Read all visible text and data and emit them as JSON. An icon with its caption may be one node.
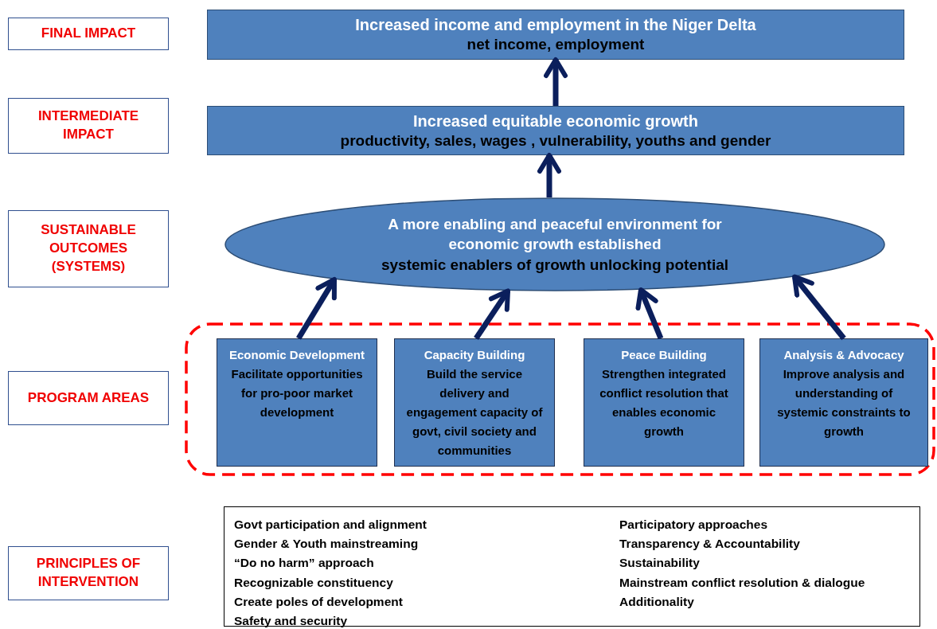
{
  "diagram": {
    "nodes": [
      {
        "text": [
          "FINAL IMPACT"
        ]
      },
      {
        "text": [
          "Increased income and employment in the Niger Delta",
          "net income, employment"
        ]
      },
      {
        "text": [
          "INTERMEDIATE IMPACT"
        ]
      },
      {
        "text": [
          "Increased equitable economic growth",
          "productivity, sales, wages , vulnerability, youths and gender"
        ]
      },
      {
        "text": [
          "SUSTAINABLE OUTCOMES (SYSTEMS)"
        ]
      },
      {
        "text": [
          "A more enabling and peaceful environment for economic growth established",
          "systemic enablers of growth unlocking potential"
        ]
      },
      {
        "text": [
          "PROGRAM AREAS"
        ]
      },
      {
        "text": [],
        "shape": "box"
      },
      {
        "text": [
          "Economic Development",
          "Facilitate opportunities for pro-poor market development"
        ],
        "in": 7
      },
      {
        "text": [
          "Capacity Building",
          "Build the service delivery and engagement capacity of govt, civil society and communities"
        ],
        "in": 7
      },
      {
        "text": [
          "Peace Building",
          "Strengthen integrated conflict resolution that enables economic growth"
        ],
        "in": 7
      },
      {
        "text": [
          "Analysis & Advocacy",
          "Improve analysis and understanding of systemic constraints to growth"
        ],
        "in": 7
      },
      {
        "text": [
          "PRINCIPLES OF INTERVENTION"
        ]
      },
      {
        "text": [
          "Govt participation and alignment",
          "Gender & Youth mainstreaming",
          "“Do no harm” approach",
          "Recognizable constituency",
          "Create poles of development",
          "Safety and security",
          "Participatory approaches",
          "Transparency & Accountability",
          "Sustainability",
          "Mainstream conflict resolution & dialogue",
          "Additionality"
        ]
      }
    ],
    "edges": [
      {
        "from": 3,
        "to": 1,
        "arrow": "to"
      },
      {
        "from": 5,
        "to": 3,
        "arrow": "to"
      },
      {
        "from": 8,
        "to": 5,
        "arrow": "to"
      },
      {
        "from": 9,
        "to": 5,
        "arrow": "to"
      },
      {
        "from": 10,
        "to": 5,
        "arrow": "to"
      },
      {
        "from": 11,
        "to": 5,
        "arrow": "to"
      }
    ]
  }
}
